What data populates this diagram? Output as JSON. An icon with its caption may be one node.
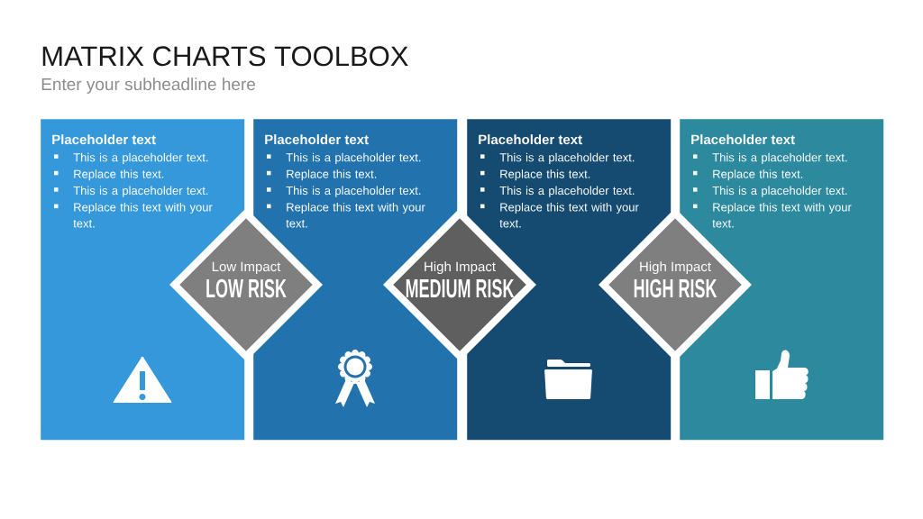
{
  "diagram": {
    "title": "MATRIX CHARTS TOOLBOX",
    "nodes": [
      {
        "text": [
          "Placeholder text",
          "This is a placeholder text.",
          "Replace this text.",
          "This is a placeholder text.",
          "Replace this text with your text."
        ]
      },
      {
        "text": [
          "Placeholder text",
          "This is a placeholder text.",
          "Replace this text.",
          "This is a placeholder text.",
          "Replace this text with your text."
        ]
      },
      {
        "text": [
          "Placeholder text",
          "This is a placeholder text.",
          "Replace this text.",
          "This is a placeholder text.",
          "Replace this text with your text."
        ]
      },
      {
        "text": [
          "Placeholder text",
          "This is a placeholder text.",
          "Replace this text.",
          "This is a placeholder text.",
          "Replace this text with your text."
        ]
      },
      {
        "text": [
          "Low Impact",
          "LOW RISK"
        ]
      },
      {
        "text": [
          "High Impact",
          "MEDIUM RISK"
        ]
      },
      {
        "text": [
          "High Impact",
          "HIGH RISK"
        ]
      }
    ],
    "labels": [
      "Enter your subheadline here"
    ]
  }
}
